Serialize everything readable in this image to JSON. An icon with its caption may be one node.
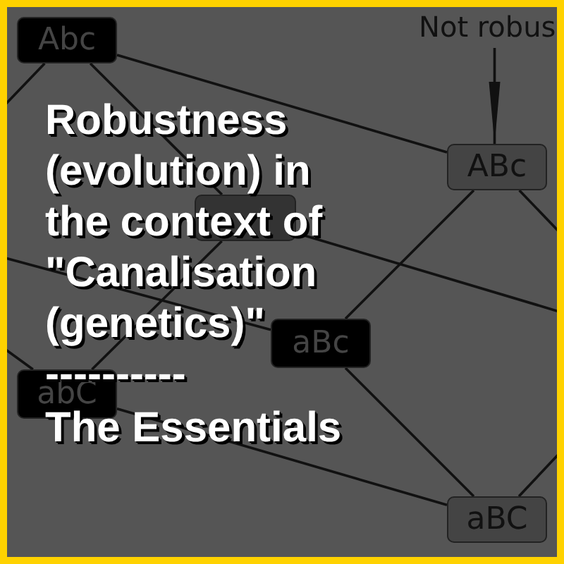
{
  "diagram": {
    "title": "Robustness (evolution) in the context of \"Canalisation (genetics)\"",
    "nodes": [
      {
        "text": [
          "Abc"
        ]
      },
      {
        "text": [
          "ABc"
        ]
      },
      {
        "text": [],
        "shape": "box"
      },
      {
        "text": [
          "aBc"
        ]
      },
      {
        "text": [
          "abC"
        ]
      },
      {
        "text": [
          "aBC"
        ]
      },
      {
        "text": [
          "Not robus"
        ]
      }
    ],
    "edges": [
      {
        "from": 0,
        "to": 1,
        "arrow": "none"
      },
      {
        "from": 0,
        "to": 2,
        "arrow": "none"
      },
      {
        "from": 0,
        "to": null,
        "arrow": "none"
      },
      {
        "from": 1,
        "to": 3,
        "arrow": "none"
      },
      {
        "from": 1,
        "to": null,
        "arrow": "none"
      },
      {
        "from": 2,
        "to": null,
        "arrow": "none"
      },
      {
        "from": 2,
        "to": 4,
        "arrow": "none"
      },
      {
        "from": 3,
        "to": null,
        "arrow": "none"
      },
      {
        "from": 4,
        "to": null,
        "arrow": "none"
      },
      {
        "from": 4,
        "to": 5,
        "arrow": "none"
      },
      {
        "from": 3,
        "to": 5,
        "arrow": "none"
      },
      {
        "from": 5,
        "to": null,
        "arrow": "none"
      },
      {
        "from": 6,
        "to": 1,
        "arrow": "to"
      }
    ],
    "labels": [
      "----------",
      "The Essentials"
    ]
  }
}
